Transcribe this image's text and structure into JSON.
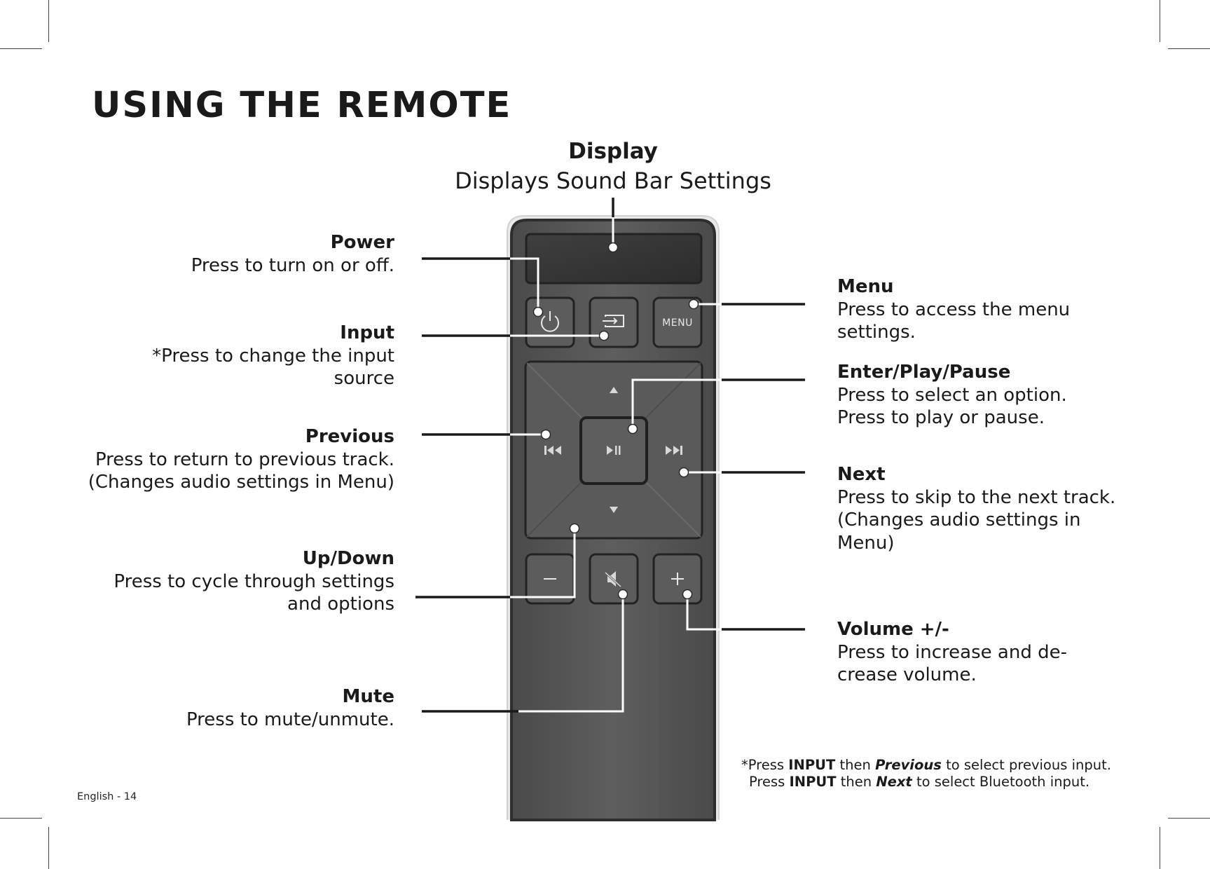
{
  "page": {
    "title": "USING THE REMOTE",
    "page_number": "English - 14"
  },
  "remote": {
    "menu_button_text": "MENU"
  },
  "callouts": {
    "display": {
      "head": "Display",
      "desc": "Displays Sound Bar Settings"
    },
    "power": {
      "head": "Power",
      "lines": [
        "Press to turn on or off."
      ]
    },
    "input": {
      "head": "Input",
      "lines": [
        "*Press to change the input",
        "source"
      ]
    },
    "previous": {
      "head": "Previous",
      "lines": [
        "Press to return to previous track.",
        "(Changes audio settings in Menu)"
      ]
    },
    "updown": {
      "head": "Up/Down",
      "lines": [
        "Press to cycle through settings",
        "and options"
      ]
    },
    "mute": {
      "head": "Mute",
      "lines": [
        "Press to mute/unmute."
      ]
    },
    "menu": {
      "head": "Menu",
      "lines": [
        "Press to access the menu",
        "settings."
      ]
    },
    "enter": {
      "head": "Enter/Play/Pause",
      "lines": [
        "Press to select an option.",
        "Press to play or pause."
      ]
    },
    "next": {
      "head": "Next",
      "lines": [
        "Press to skip to the next track.",
        "(Changes audio settings in",
        "Menu)"
      ]
    },
    "volume": {
      "head": "Volume +/-",
      "lines": [
        "Press to increase and de-",
        "crease volume."
      ]
    }
  },
  "footnote": {
    "line1": {
      "prefix": "*Press ",
      "input": "INPUT",
      "mid": " then ",
      "action": "Previous",
      "suffix": " to select previous input."
    },
    "line2": {
      "prefix": "Press ",
      "input": "INPUT",
      "mid": " then ",
      "action": "Next",
      "suffix": " to select Bluetooth input."
    }
  },
  "colors": {
    "remote_body": "#5a5a5a",
    "remote_outline": "#2e2e2e",
    "button_face": "#5c5c5c",
    "leader_line_on_white": "#1a1a1a",
    "leader_line_on_remote": "#ffffff"
  }
}
